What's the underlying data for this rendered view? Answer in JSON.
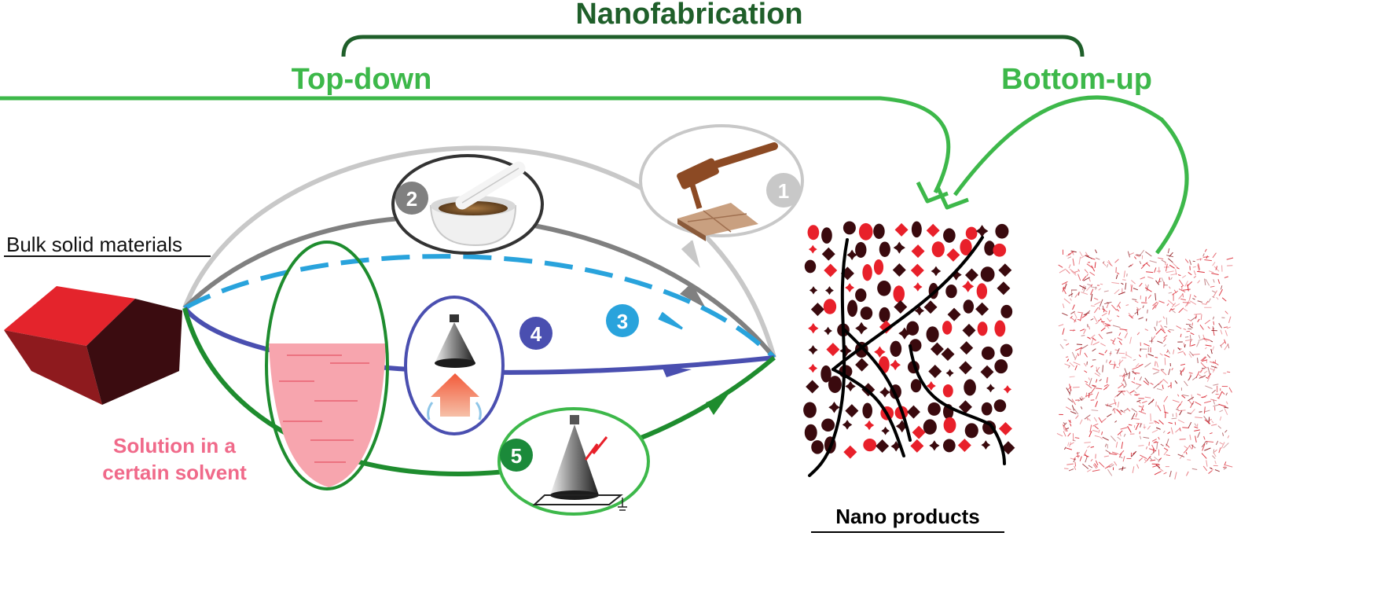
{
  "header": {
    "title": "Nanofabrication",
    "top_down": "Top-down",
    "bottom_up": "Bottom-up"
  },
  "labels": {
    "bulk": "Bulk solid materials",
    "solution_line1": "Solution in a",
    "solution_line2": "certain solvent",
    "nano_products": "Nano products"
  },
  "methods": [
    {
      "num": "1",
      "icon": "hammer-icon",
      "color": "#c8c8c8"
    },
    {
      "num": "2",
      "icon": "mortar-pestle-icon",
      "color": "#808080"
    },
    {
      "num": "3",
      "icon": "",
      "color": "#29a3dc"
    },
    {
      "num": "4",
      "icon": "spray-nozzle-icon",
      "color": "#4a4fb0"
    },
    {
      "num": "5",
      "icon": "electrospray-icon",
      "color": "#1b8a3a"
    }
  ],
  "colors": {
    "title_green": "#1f5f2a",
    "bright_green": "#3db84a",
    "dark_green": "#1e8c2e",
    "red": "#e8202a",
    "dark_red": "#3a0a0e",
    "pink": "#f06a8a"
  }
}
